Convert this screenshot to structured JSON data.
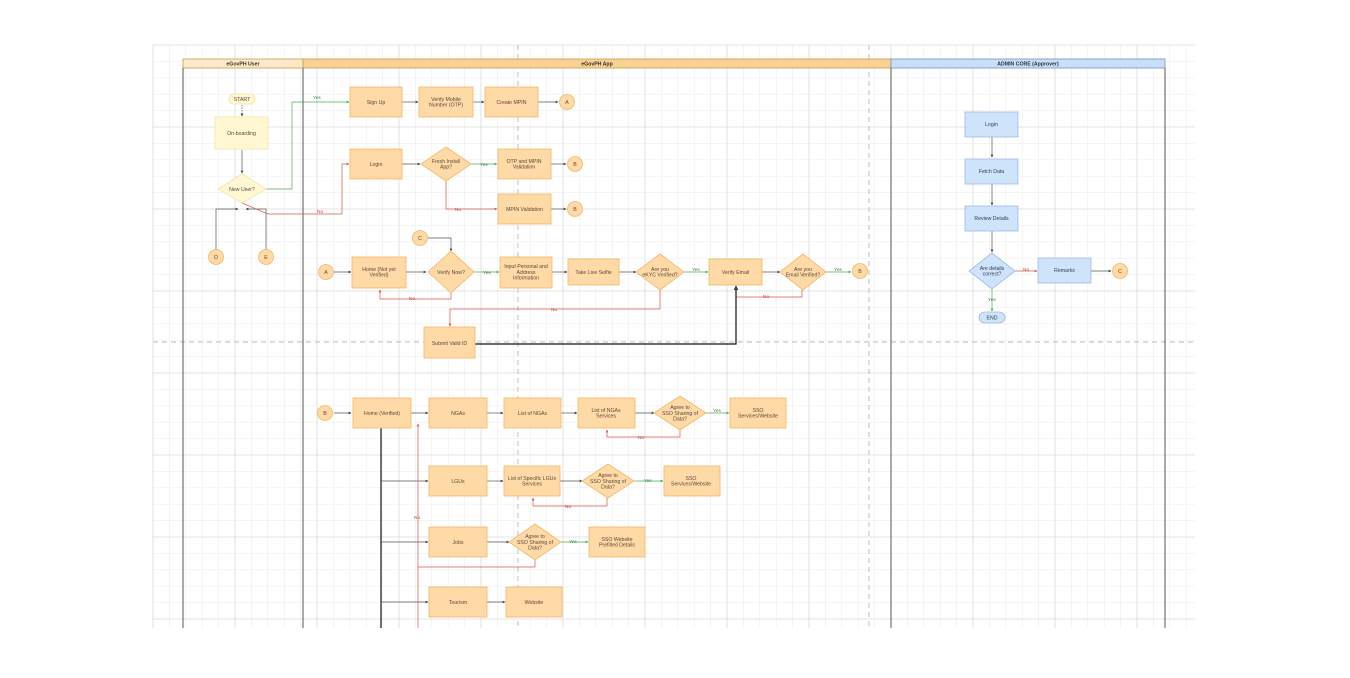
{
  "lanes": {
    "user": "eGovPH User",
    "app": "eGovPH App",
    "admin": "ADMIN CORE (Approver)"
  },
  "nodes": {
    "start": "START",
    "onboarding": "On-boarding",
    "new_user": "New User?",
    "conn_d": "D",
    "conn_e": "E",
    "sign_up": "Sign Up",
    "verify_mobile": [
      "Verify Mobile",
      "Number (OTP)"
    ],
    "create_mpin": "Create MPIN",
    "conn_a1": "A",
    "login_app": "Login",
    "fresh_install": [
      "Fresh Install",
      "App?"
    ],
    "otp_mpin": [
      "OTP and MPIN",
      "Validation"
    ],
    "conn_b1": "B",
    "mpin_validation": "MPIN Validation",
    "conn_b2": "B",
    "conn_c1": "C",
    "conn_a2": "A",
    "home_not_verified": [
      "Home (Not yet",
      "Verified)"
    ],
    "verify_now": "Verify Now?",
    "input_personal": [
      "Input Personal and",
      "Address",
      "Information"
    ],
    "take_selfie": "Take Live Selfie",
    "ekyc_verified": [
      "Are you",
      "eKYC Verified?"
    ],
    "verify_email": "Verify Email",
    "email_verified": [
      "Are you",
      "Email Verified?"
    ],
    "conn_b3": "B",
    "submit_id": "Submit Valid ID",
    "conn_b4": "B",
    "home_verified": "Home (Verified)",
    "ngas": "NGAs",
    "list_ngas": "List of NGAs",
    "list_ngas_services": [
      "List of NGAs",
      "Services"
    ],
    "agree_sso_1": [
      "Agree to",
      "SSO Sharing of",
      "Data?"
    ],
    "sso_services_1": [
      "SSO",
      "Services/Website"
    ],
    "lgus": "LGUs",
    "list_lgus": [
      "List of Specific LGUs",
      "Services"
    ],
    "agree_sso_2": [
      "Agree to",
      "SSO Sharing of",
      "Data?"
    ],
    "sso_services_2": [
      "SSO",
      "Services/Website"
    ],
    "jobs": "Jobs",
    "agree_sso_3": [
      "Agree to",
      "SSO Sharing of",
      "Data?"
    ],
    "sso_prefilled": [
      "SSO Website",
      "Prefilled Details"
    ],
    "tourism": "Tourism",
    "website": "Website",
    "admin_login": "Login",
    "fetch_data": "Fetch Data",
    "review_details": "Review Details",
    "details_correct": [
      "Are details",
      "correct?"
    ],
    "remarks": "Remarks",
    "conn_c2": "C",
    "end": "END"
  },
  "edge_labels": {
    "yes": "Yes",
    "no": "No"
  },
  "colors": {
    "process_fill": "#ffd9a6",
    "start_fill": "#fff8d2",
    "admin_fill": "#cfe3fb",
    "yes_edge": "#4caf50",
    "no_edge": "#d9574f",
    "user_header": "#fbe9c9",
    "app_header": "#f9d190",
    "admin_header": "#c9defa"
  }
}
